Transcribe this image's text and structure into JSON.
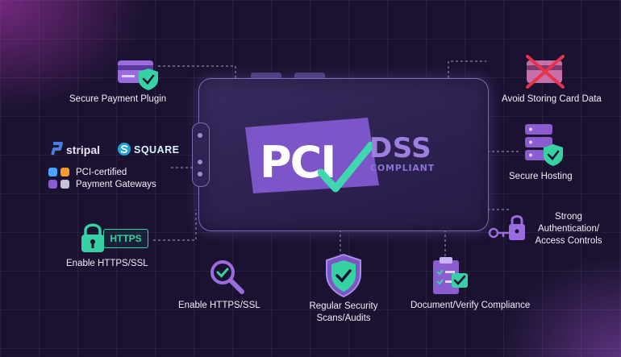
{
  "logo": {
    "pci": "PCI",
    "dss": "DSS",
    "compliant": "COMPLIANT"
  },
  "features": {
    "secure_payment_plugin": "Secure Payment Plugin",
    "avoid_storing_card_data": "Avoid Storing Card Data",
    "secure_hosting": "Secure Hosting",
    "strong_auth": [
      "Strong",
      "Authentication/",
      "Access Controls"
    ],
    "enable_https_left": "Enable HTTPS/SSL",
    "https_badge": "HTTPS",
    "enable_https_bottom": "Enable HTTPS/SSL",
    "regular_scans": [
      "Regular Security",
      "Scans/Audits"
    ],
    "document_verify": "Document/Verify Compliance"
  },
  "gateways": {
    "stripal": "stripal",
    "square": "SQUARE",
    "line1": "PCI-certified",
    "line2": "Payment Gateways"
  },
  "colors": {
    "accent_green": "#36d2a4",
    "accent_purple": "#8a5cd0",
    "background": "#1a1230"
  },
  "icons": [
    "credit-card-shield-icon",
    "crossed-card-icon",
    "server-shield-icon",
    "key-lock-icon",
    "lock-icon",
    "magnifier-check-icon",
    "shield-check-icon",
    "clipboard-check-icon"
  ]
}
